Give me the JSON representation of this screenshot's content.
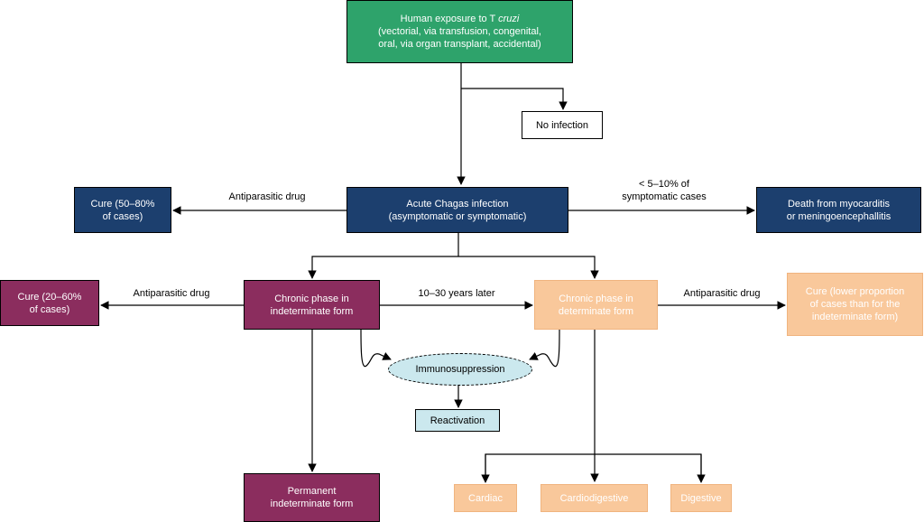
{
  "colors": {
    "green": "#2ea36b",
    "navy": "#1c3f6e",
    "plum": "#8b2d5e",
    "peach": "#f9c89b",
    "cyan": "#cbe8ee"
  },
  "nodes": {
    "exposure": {
      "line1_prefix": "Human exposure to T ",
      "line1_italic": "cruzi",
      "rest": "(vectorial, via transfusion, congenital,\noral, via organ transplant, accidental)"
    },
    "no_infection": "No infection",
    "acute": "Acute Chagas infection\n(asymptomatic or symptomatic)",
    "cure_acute": "Cure (50–80%\nof cases)",
    "death": "Death from myocarditis\nor meningoencephallitis",
    "chronic_indeterminate": "Chronic phase in\nindeterminate form",
    "cure_indeterminate": "Cure (20–60%\nof cases)",
    "chronic_determinate": "Chronic phase in\ndeterminate form",
    "cure_determinate": "Cure (lower proportion\nof cases than for the\nindeterminate form)",
    "immunosuppression": "Immunosuppression",
    "reactivation": "Reactivation",
    "permanent": "Permanent\nindeterminate form",
    "cardiac": "Cardiac",
    "cardiodigestive": "Cardiodigestive",
    "digestive": "Digestive"
  },
  "edge_labels": {
    "antiparasitic_acute": "Antiparasitic drug",
    "death_rate": "< 5–10% of\nsymptomatic cases",
    "antiparasitic_indeterminate": "Antiparasitic drug",
    "years_later": "10–30 years later",
    "antiparasitic_determinate": "Antiparasitic drug"
  }
}
